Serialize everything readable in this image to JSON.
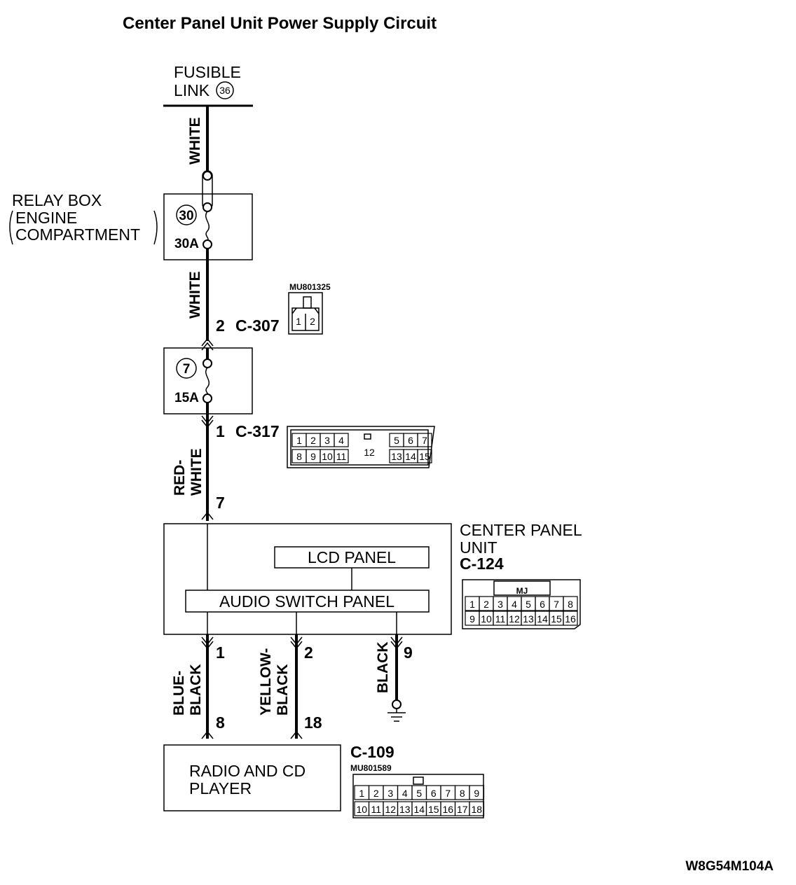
{
  "title": "Center Panel Unit Power Supply Circuit",
  "fusible_link": {
    "line1": "FUSIBLE",
    "line2": "LINK",
    "number": "36"
  },
  "relay_box": {
    "line1": "RELAY BOX",
    "line2": "ENGINE",
    "line3": "COMPARTMENT",
    "fuse_number": "30",
    "rating": "30A"
  },
  "fuse_7": {
    "fuse_number": "7",
    "rating": "15A"
  },
  "wires": {
    "w1": "WHITE",
    "w2": "WHITE",
    "w3_line1": "RED-",
    "w3_line2": "WHITE",
    "w4_line1": "BLUE-",
    "w4_line2": "BLACK",
    "w5_line1": "YELLOW-",
    "w5_line2": "BLACK",
    "w6": "BLACK"
  },
  "connectors": {
    "c307": {
      "pin": "2",
      "name": "C-307",
      "part": "MU801325",
      "pins": [
        "1",
        "2"
      ]
    },
    "c317": {
      "pin": "1",
      "name": "C-317",
      "pins_top": [
        "1",
        "2",
        "3",
        "4",
        "5",
        "6",
        "7"
      ],
      "pins_bottom": [
        "8",
        "9",
        "10",
        "11",
        "13",
        "14",
        "15"
      ],
      "center": "12"
    },
    "c124": {
      "name": "C-124",
      "tag": "MJ",
      "pins_top": [
        "1",
        "2",
        "3",
        "4",
        "5",
        "6",
        "7",
        "8"
      ],
      "pins_bottom": [
        "9",
        "10",
        "11",
        "12",
        "13",
        "14",
        "15",
        "16"
      ]
    },
    "c109": {
      "name": "C-109",
      "part": "MU801589",
      "pins_top": [
        "1",
        "2",
        "3",
        "4",
        "5",
        "6",
        "7",
        "8",
        "9"
      ],
      "pins_bottom": [
        "10",
        "11",
        "12",
        "13",
        "14",
        "15",
        "16",
        "17",
        "18"
      ]
    }
  },
  "center_panel_unit": {
    "line1": "CENTER PANEL",
    "line2": "UNIT",
    "input_pin": "7",
    "lcd_panel": "LCD PANEL",
    "audio_switch_panel": "AUDIO SWITCH PANEL",
    "out_pins": [
      "1",
      "2",
      "9"
    ]
  },
  "radio": {
    "line1": "RADIO AND CD",
    "line2": "PLAYER",
    "pins": [
      "8",
      "18"
    ]
  },
  "figure_code": "W8G54M104A"
}
